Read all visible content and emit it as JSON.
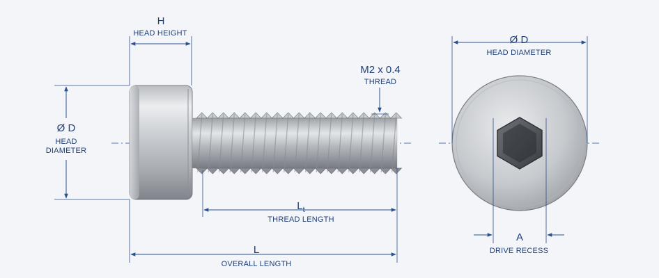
{
  "side_view": {
    "head_height": {
      "symbol": "H",
      "caption": "HEAD HEIGHT"
    },
    "head_diameter": {
      "symbol": "Ø D",
      "caption_line1": "HEAD",
      "caption_line2": "DIAMETER"
    },
    "thread": {
      "symbol": "M2 x 0.4",
      "caption": "THREAD"
    },
    "thread_length": {
      "symbol": "L",
      "subscript": "t",
      "caption": "THREAD LENGTH"
    },
    "overall_length": {
      "symbol": "L",
      "caption": "OVERALL LENGTH"
    }
  },
  "end_view": {
    "head_diameter": {
      "symbol": "Ø D",
      "caption": "HEAD DIAMETER"
    },
    "drive_recess": {
      "symbol": "A",
      "caption": "DRIVE RECESS"
    }
  },
  "colors": {
    "dimension_line": "#2a4f8f",
    "text": "#1d3f7a",
    "background": "#f3f5f8",
    "metal_light": "#e4e6e9",
    "metal_dark": "#8a8e94"
  }
}
